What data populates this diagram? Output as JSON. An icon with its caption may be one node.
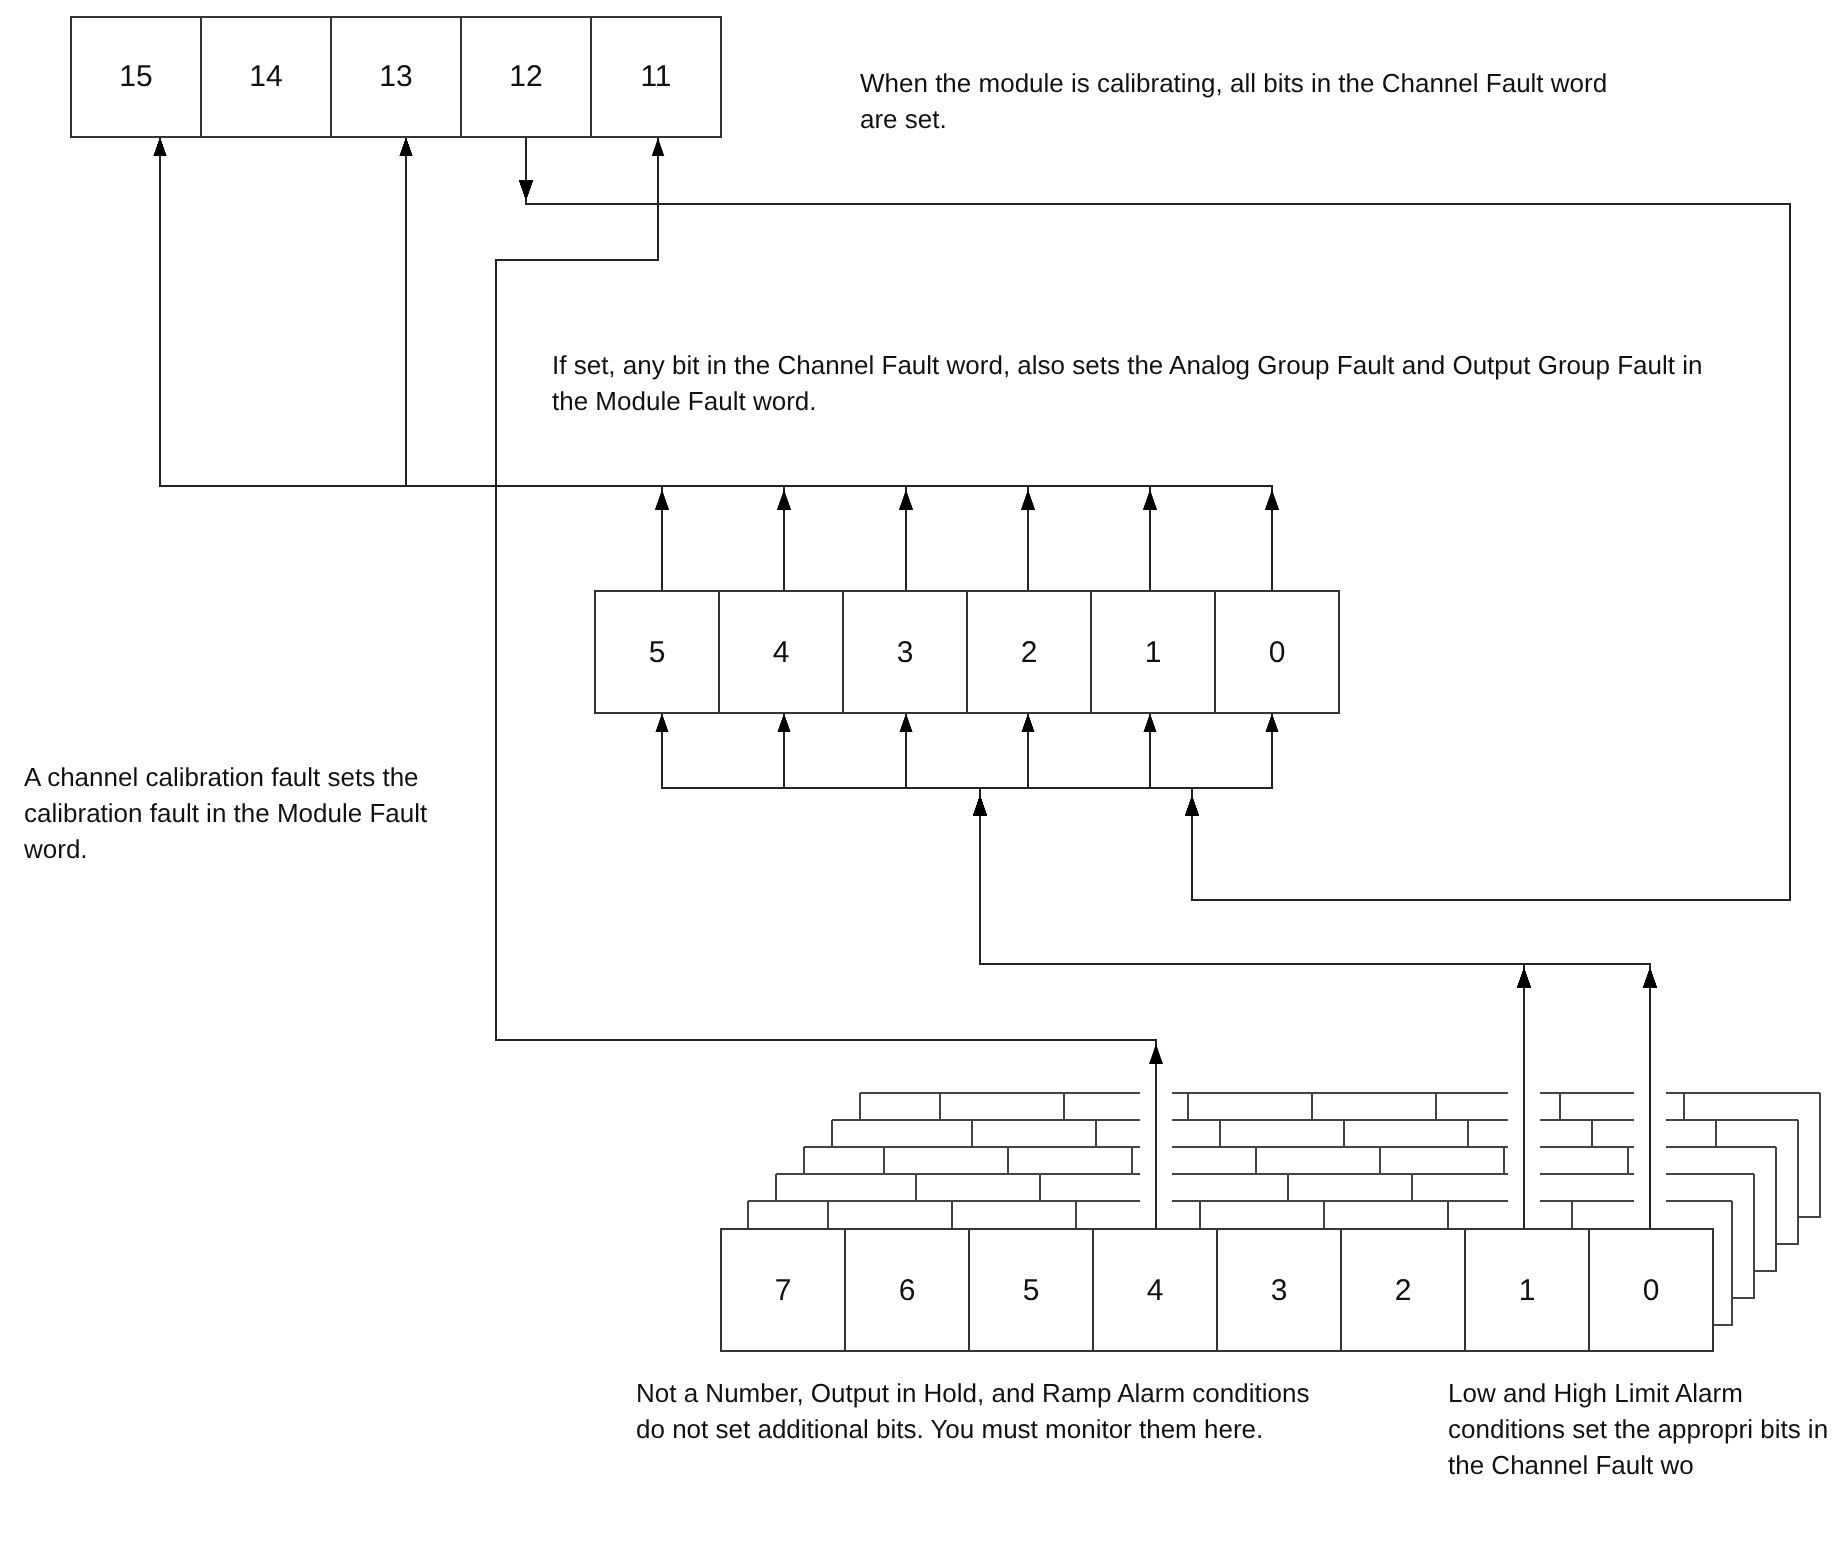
{
  "diagram": {
    "nodes": [
      {
        "text": [
          "15"
        ]
      },
      {
        "text": [
          "14"
        ]
      },
      {
        "text": [
          "13"
        ]
      },
      {
        "text": [
          "12"
        ]
      },
      {
        "text": [
          "11"
        ]
      },
      {
        "text": [
          "5"
        ]
      },
      {
        "text": [
          "4"
        ]
      },
      {
        "text": [
          "3"
        ]
      },
      {
        "text": [
          "2"
        ]
      },
      {
        "text": [
          "1"
        ]
      },
      {
        "text": [
          "0"
        ]
      },
      {
        "text": [
          "7"
        ]
      },
      {
        "text": [
          "6"
        ]
      },
      {
        "text": [
          "5"
        ]
      },
      {
        "text": [
          "4"
        ]
      },
      {
        "text": [
          "3"
        ]
      },
      {
        "text": [
          "2"
        ]
      },
      {
        "text": [
          "1"
        ]
      },
      {
        "text": [
          "0"
        ]
      }
    ],
    "edges": [
      {
        "from": 5,
        "to": 0,
        "arrow": "to"
      },
      {
        "from": 6,
        "to": 0,
        "arrow": "to"
      },
      {
        "from": 7,
        "to": 0,
        "arrow": "to"
      },
      {
        "from": 8,
        "to": 0,
        "arrow": "to"
      },
      {
        "from": 9,
        "to": 0,
        "arrow": "to"
      },
      {
        "from": 10,
        "to": 0,
        "arrow": "to"
      },
      {
        "from": 5,
        "to": 2,
        "arrow": "to"
      },
      {
        "from": 6,
        "to": 2,
        "arrow": "to"
      },
      {
        "from": 7,
        "to": 2,
        "arrow": "to"
      },
      {
        "from": 8,
        "to": 2,
        "arrow": "to"
      },
      {
        "from": 9,
        "to": 2,
        "arrow": "to"
      },
      {
        "from": 10,
        "to": 2,
        "arrow": "to"
      },
      {
        "from": 3,
        "to": 5,
        "arrow": "to"
      },
      {
        "from": 3,
        "to": 6,
        "arrow": "to"
      },
      {
        "from": 3,
        "to": 7,
        "arrow": "to"
      },
      {
        "from": 3,
        "to": 8,
        "arrow": "to"
      },
      {
        "from": 3,
        "to": 9,
        "arrow": "to"
      },
      {
        "from": 3,
        "to": 10,
        "arrow": "to"
      },
      {
        "from": 17,
        "to": 5,
        "arrow": "to"
      },
      {
        "from": 17,
        "to": 6,
        "arrow": "to"
      },
      {
        "from": 17,
        "to": 7,
        "arrow": "to"
      },
      {
        "from": 17,
        "to": 8,
        "arrow": "to"
      },
      {
        "from": 17,
        "to": 9,
        "arrow": "to"
      },
      {
        "from": 17,
        "to": 10,
        "arrow": "to"
      },
      {
        "from": 18,
        "to": 5,
        "arrow": "to"
      },
      {
        "from": 18,
        "to": 6,
        "arrow": "to"
      },
      {
        "from": 18,
        "to": 7,
        "arrow": "to"
      },
      {
        "from": 18,
        "to": 8,
        "arrow": "to"
      },
      {
        "from": 18,
        "to": 9,
        "arrow": "to"
      },
      {
        "from": 18,
        "to": 10,
        "arrow": "to"
      },
      {
        "from": 14,
        "to": 4,
        "arrow": "to"
      }
    ],
    "labels": [
      "When the module is calibrating,  all bits in the Channel Fault word are set.",
      "If set,  any bit in the Channel Fault word, also sets the Analog Group Fault and Output Group Fault  in the Module Fault word.",
      "A channel calibration fault sets the calibration fault in the Module Fault word.",
      "Not a Number, Output in Hold, and Ramp Alarm conditions do not set additional bits. You must monitor them here.",
      "Low and High Limit Alarm conditions set the appropri bits in the Channel Fault wo"
    ]
  }
}
